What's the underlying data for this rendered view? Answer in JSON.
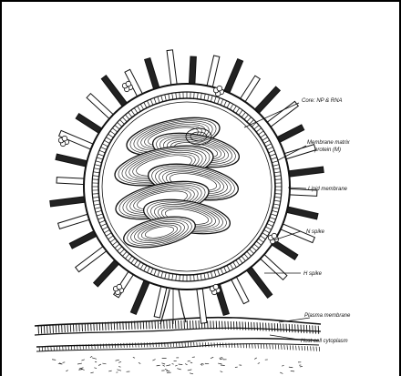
{
  "diagram": {
    "labels": {
      "core": "Core: NP & RNA",
      "matrix_line1": "Membrane matrix",
      "matrix_line2": "protein (M)",
      "lipid": "Lipid membrane",
      "n_spike": "N spike",
      "h_spike": "H spike",
      "plasma": "Plasma membrane",
      "cytoplasm": "Host cell cytoplasm"
    },
    "colors": {
      "ink": "#111111",
      "paper": "#ffffff"
    }
  }
}
